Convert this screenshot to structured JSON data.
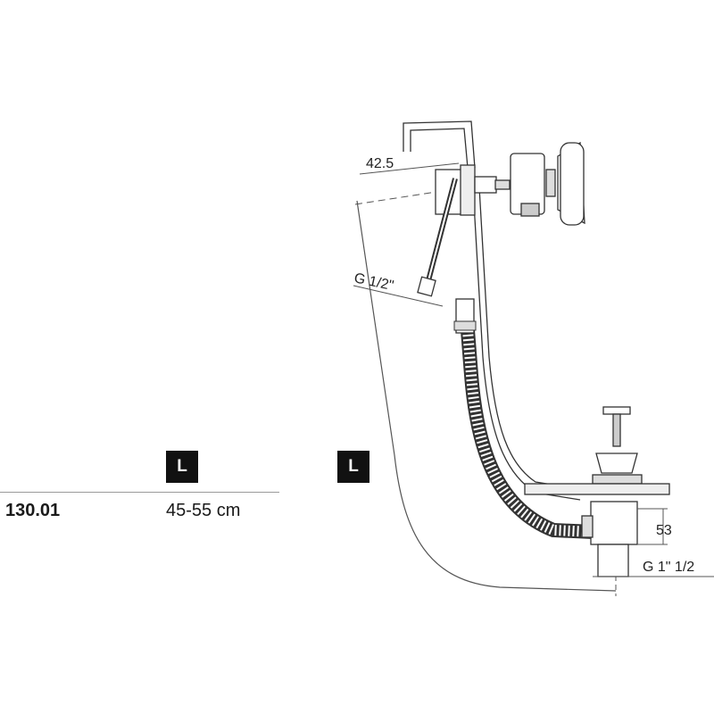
{
  "table": {
    "badge": "L",
    "code": "130.01",
    "length": "45-55 cm"
  },
  "drawing": {
    "badge": "L",
    "dims": {
      "width": "42.5",
      "inlet_thread": "G 1/2\"",
      "height": "53",
      "outlet_thread": "G 1\" 1/2"
    }
  }
}
